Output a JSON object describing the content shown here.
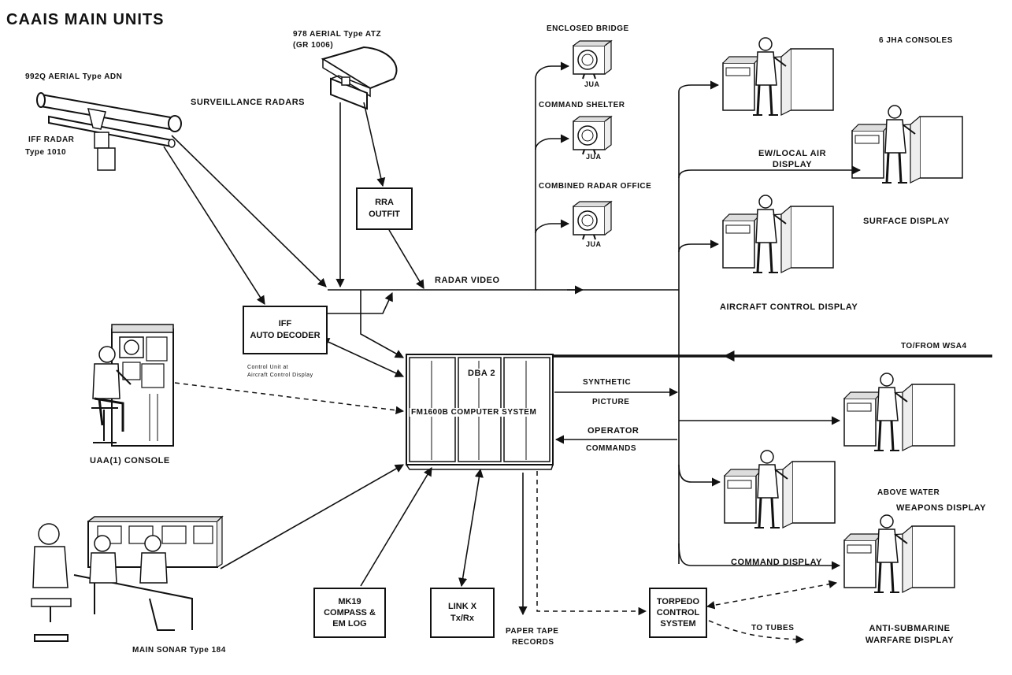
{
  "title": "CAAIS MAIN UNITS",
  "sensors": {
    "aerial_992q": "992Q AERIAL Type ADN",
    "iff_radar": [
      "IFF RADAR",
      "Type 1010"
    ],
    "aerial_978": [
      "978 AERIAL Type ATZ",
      "(GR 1006)"
    ],
    "surveillance": "SURVEILLANCE RADARS"
  },
  "boxes": {
    "rra": [
      "RRA",
      "OUTFIT"
    ],
    "iff_decoder": [
      "IFF",
      "AUTO DECODER"
    ],
    "iff_note": [
      "Control Unit at",
      "Aircraft Control Display"
    ],
    "computer_top": "DBA 2",
    "computer": "FM1600B COMPUTER SYSTEM",
    "mk19": [
      "MK19",
      "COMPASS &",
      "EM LOG"
    ],
    "link_x": [
      "LINK X",
      "Tx/Rx"
    ],
    "torpedo": [
      "TORPEDO",
      "CONTROL",
      "SYSTEM"
    ]
  },
  "jua": {
    "enclosed_bridge": "ENCLOSED BRIDGE",
    "command_shelter": "COMMAND SHELTER",
    "combined_radar": "COMBINED RADAR OFFICE",
    "unit": "JUA"
  },
  "signals": {
    "radar_video": "RADAR VIDEO",
    "synthetic": [
      "SYNTHETIC",
      "PICTURE"
    ],
    "operator": [
      "OPERATOR",
      "COMMANDS"
    ],
    "wsa4": "TO/FROM WSA4",
    "paper_tape": [
      "PAPER TAPE",
      "RECORDS"
    ],
    "tubes": "TO TUBES"
  },
  "consoles": {
    "header": "6 JHA CONSOLES",
    "ew": [
      "EW/LOCAL AIR",
      "DISPLAY"
    ],
    "surface": "SURFACE DISPLAY",
    "aircraft": "AIRCRAFT CONTROL DISPLAY",
    "above_water": [
      "ABOVE WATER",
      "WEAPONS DISPLAY"
    ],
    "command": "COMMAND DISPLAY",
    "asw": [
      "ANTI-SUBMARINE",
      "WARFARE DISPLAY"
    ],
    "uaa": "UAA(1)  CONSOLE",
    "sonar": "MAIN SONAR Type 184"
  }
}
